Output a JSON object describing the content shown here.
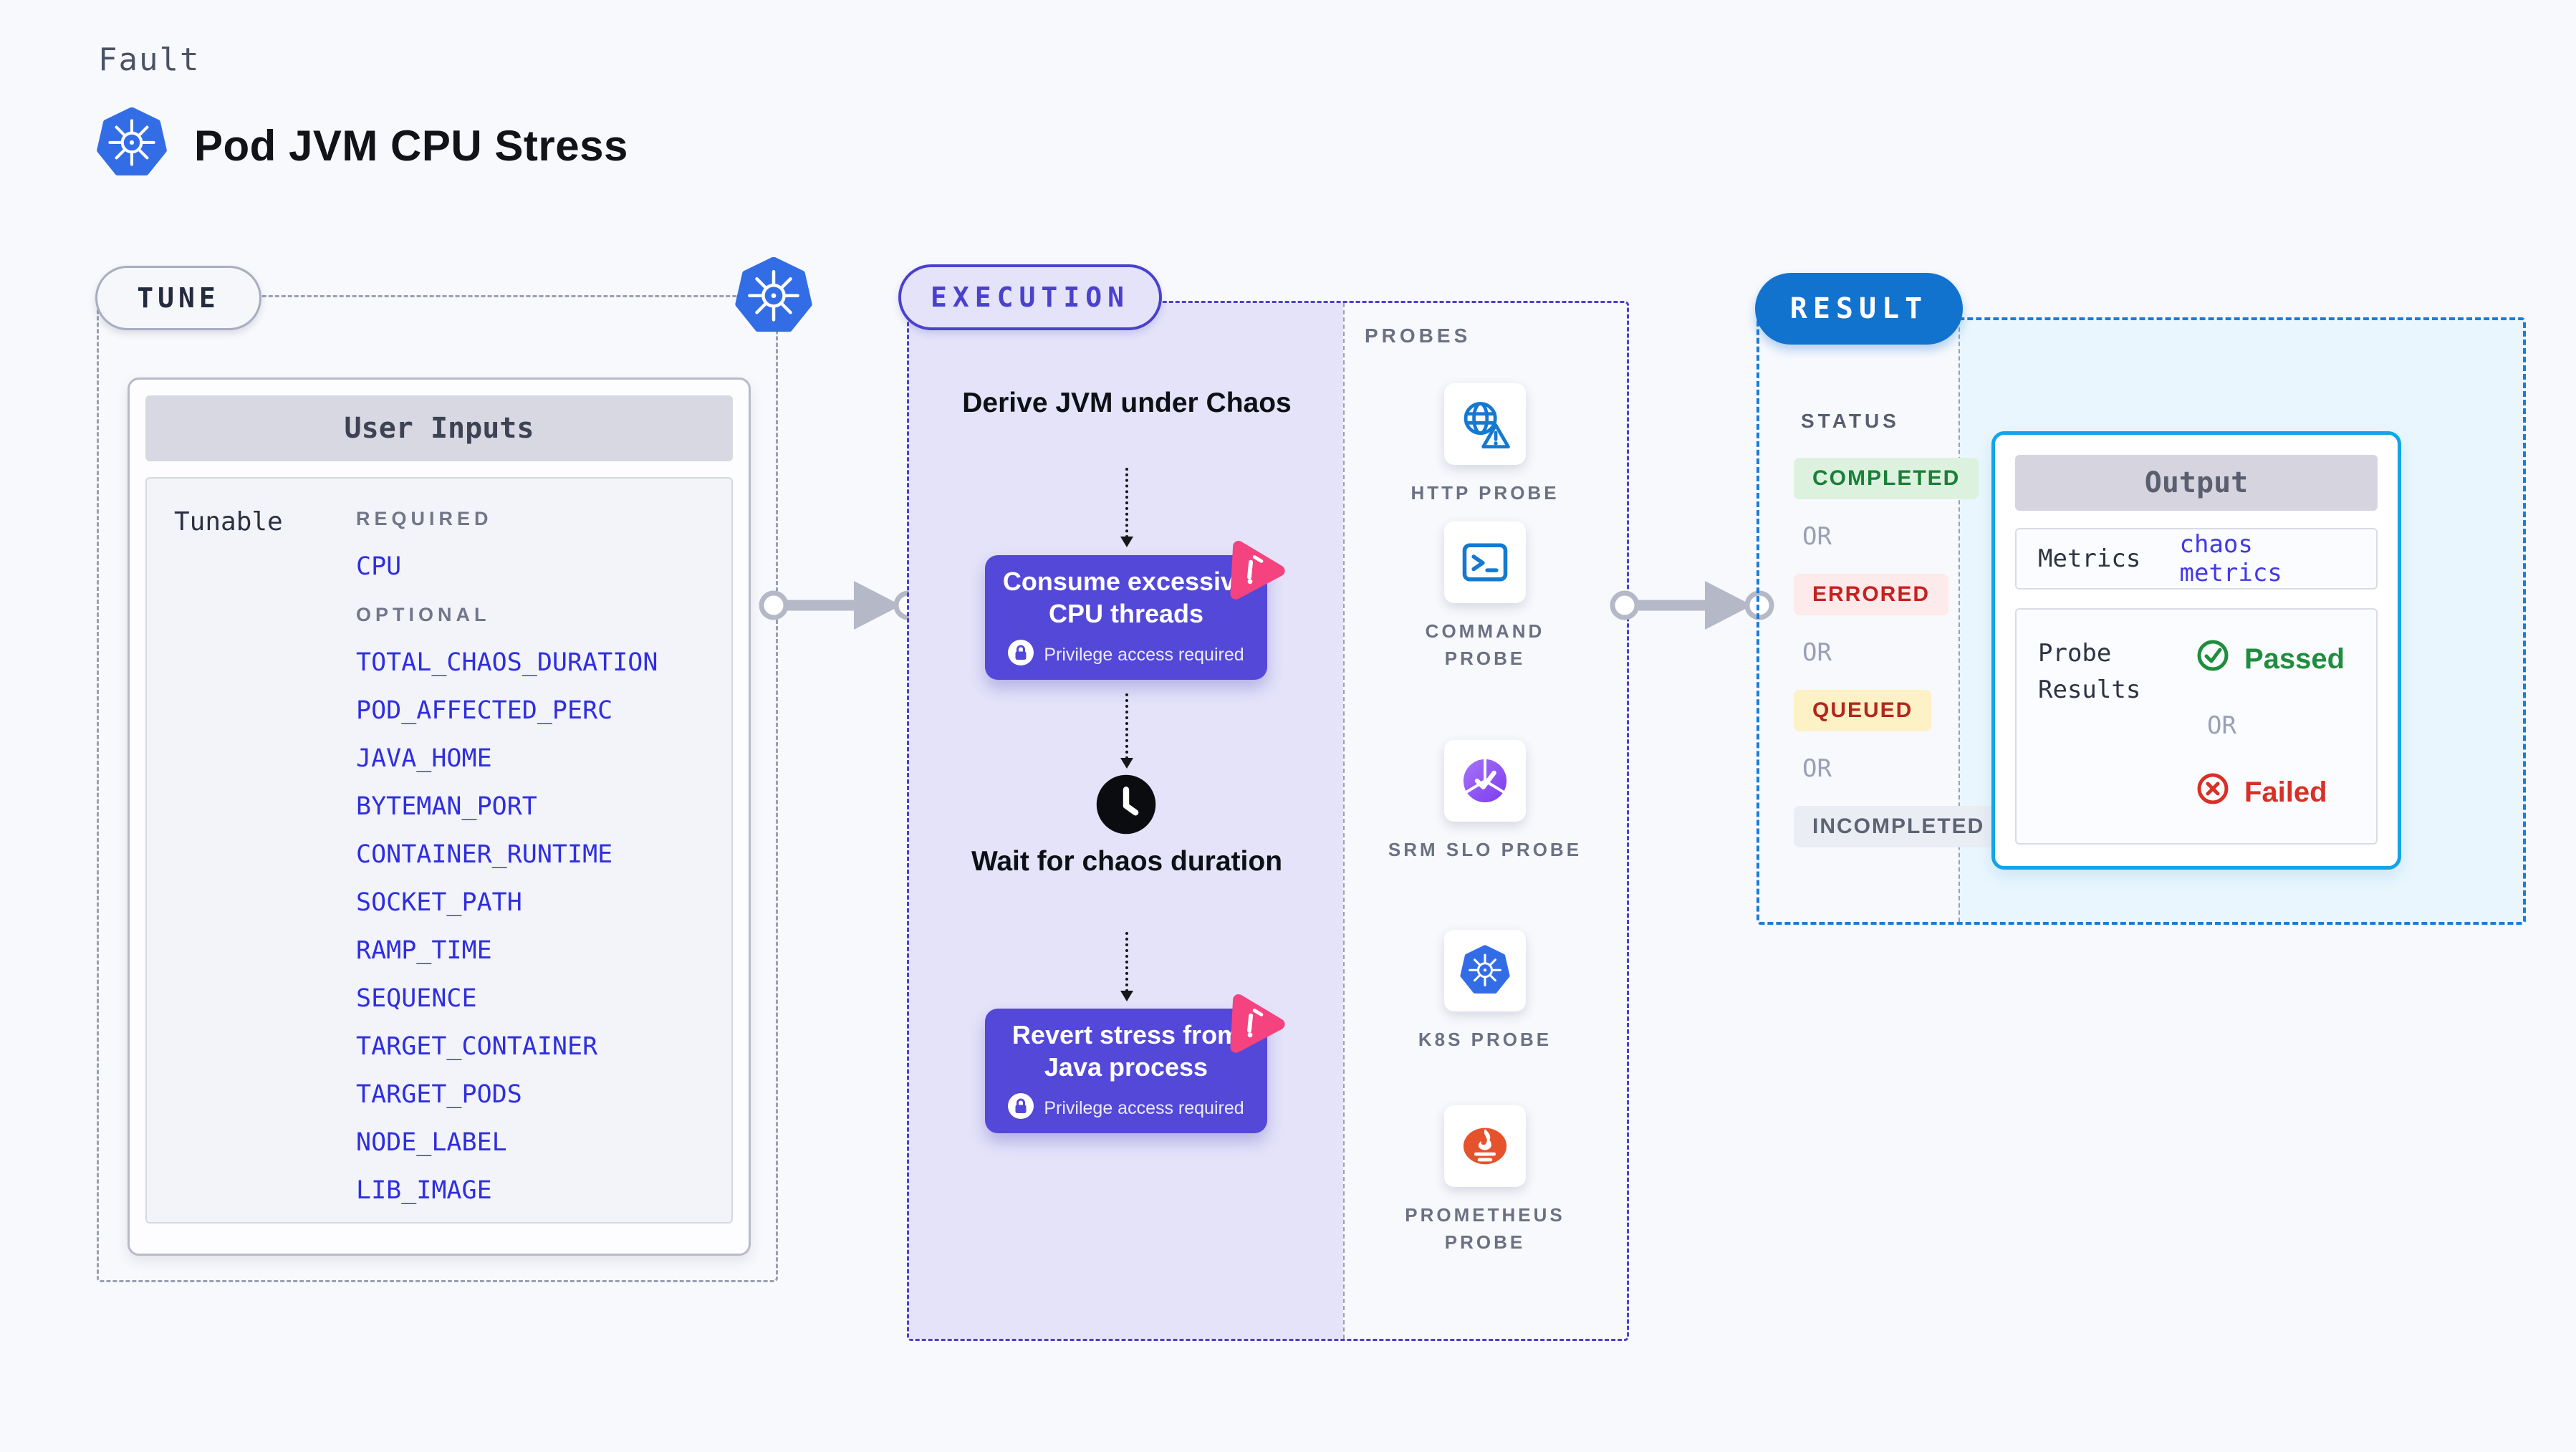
{
  "header": {
    "kicker": "Fault",
    "title": "Pod JVM CPU Stress"
  },
  "tune": {
    "badge": "TUNE",
    "panel_title": "User Inputs",
    "row_label": "Tunable",
    "entries": [
      {
        "kind": "group",
        "label": "REQUIRED"
      },
      {
        "kind": "item",
        "label": "CPU"
      },
      {
        "kind": "group",
        "label": "OPTIONAL"
      },
      {
        "kind": "item",
        "label": "TOTAL_CHAOS_DURATION"
      },
      {
        "kind": "item",
        "label": "POD_AFFECTED_PERC"
      },
      {
        "kind": "item",
        "label": "JAVA_HOME"
      },
      {
        "kind": "item",
        "label": "BYTEMAN_PORT"
      },
      {
        "kind": "item",
        "label": "CONTAINER_RUNTIME"
      },
      {
        "kind": "item",
        "label": "SOCKET_PATH"
      },
      {
        "kind": "item",
        "label": "RAMP_TIME"
      },
      {
        "kind": "item",
        "label": "SEQUENCE"
      },
      {
        "kind": "item",
        "label": "TARGET_CONTAINER"
      },
      {
        "kind": "item",
        "label": "TARGET_PODS"
      },
      {
        "kind": "item",
        "label": "NODE_LABEL"
      },
      {
        "kind": "item",
        "label": "LIB_IMAGE"
      }
    ]
  },
  "execution": {
    "badge": "EXECUTION",
    "steps": [
      {
        "type": "text",
        "title": "Derive JVM under Chaos"
      },
      {
        "type": "action",
        "title": "Consume excessive CPU threads",
        "note": "Privilege access required"
      },
      {
        "type": "wait",
        "title": "Wait for chaos duration"
      },
      {
        "type": "action",
        "title": "Revert stress from Java process",
        "note": "Privilege access required"
      }
    ]
  },
  "probes": {
    "heading": "PROBES",
    "items": [
      {
        "icon": "http-probe-icon",
        "label": "HTTP PROBE"
      },
      {
        "icon": "command-probe-icon",
        "label": "COMMAND PROBE"
      },
      {
        "icon": "srm-slo-probe-icon",
        "label": "SRM SLO PROBE"
      },
      {
        "icon": "k8s-probe-icon",
        "label": "K8S PROBE"
      },
      {
        "icon": "prometheus-probe-icon",
        "label": "PROMETHEUS PROBE"
      }
    ]
  },
  "result": {
    "badge": "RESULT",
    "status_heading": "STATUS",
    "or": "OR",
    "statuses": [
      {
        "label": "COMPLETED",
        "tone": "green"
      },
      {
        "label": "ERRORED",
        "tone": "red"
      },
      {
        "label": "QUEUED",
        "tone": "yellow"
      },
      {
        "label": "INCOMPLETED",
        "tone": "grey"
      }
    ],
    "output": {
      "title": "Output",
      "metrics_label": "Metrics",
      "metrics_value": "chaos metrics",
      "probe_results_label": "Probe Results",
      "passed": "Passed",
      "or": "OR",
      "failed": "Failed"
    }
  },
  "colors": {
    "accent_indigo": "#4a41cc",
    "card_indigo": "#5348d8",
    "link_blue": "#2f2ee0",
    "result_blue": "#1273cf",
    "cyan_border": "#14a4e6",
    "cyan_bg": "#e9f6fd",
    "lavender_bg": "#e4e3f9",
    "green": "#1e8e3e",
    "green_badge_bg": "#ddf2de",
    "red": "#c5221f",
    "red_badge_bg": "#fdeaea",
    "yellow_badge_bg": "#fdf1c6",
    "grey_badge_bg": "#eaedf4",
    "k8s_blue": "#326de6",
    "probe_icon_blue": "#1579d0",
    "srm_purple": "#8b5cf6",
    "prometheus_orange": "#e6522c",
    "chaos_pink": "#f4437e",
    "arrow_grey": "#b5b8c7"
  }
}
